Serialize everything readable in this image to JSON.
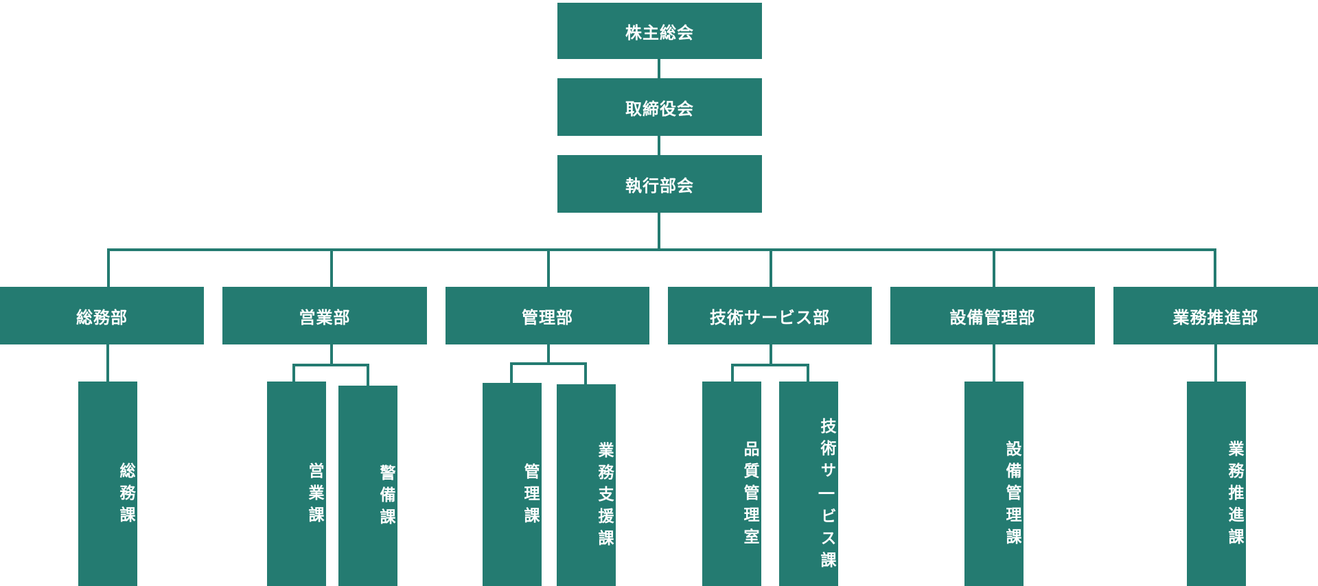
{
  "colors": {
    "box_fill": "#247b71",
    "box_text": "#ffffff",
    "line": "#247b71",
    "background": "#ffffff"
  },
  "top_levels": [
    "株主総会",
    "取締役会",
    "執行部会"
  ],
  "departments": [
    {
      "name": "総務部",
      "sections": [
        "総務課"
      ]
    },
    {
      "name": "営業部",
      "sections": [
        "営業課",
        "警備課"
      ]
    },
    {
      "name": "管理部",
      "sections": [
        "管理課",
        "業務支援課"
      ]
    },
    {
      "name": "技術サービス部",
      "sections": [
        "品質管理室",
        "技術サ―ビス課"
      ]
    },
    {
      "name": "設備管理部",
      "sections": [
        "設備管理課"
      ]
    },
    {
      "name": "業務推進部",
      "sections": [
        "業務推進課"
      ]
    }
  ]
}
